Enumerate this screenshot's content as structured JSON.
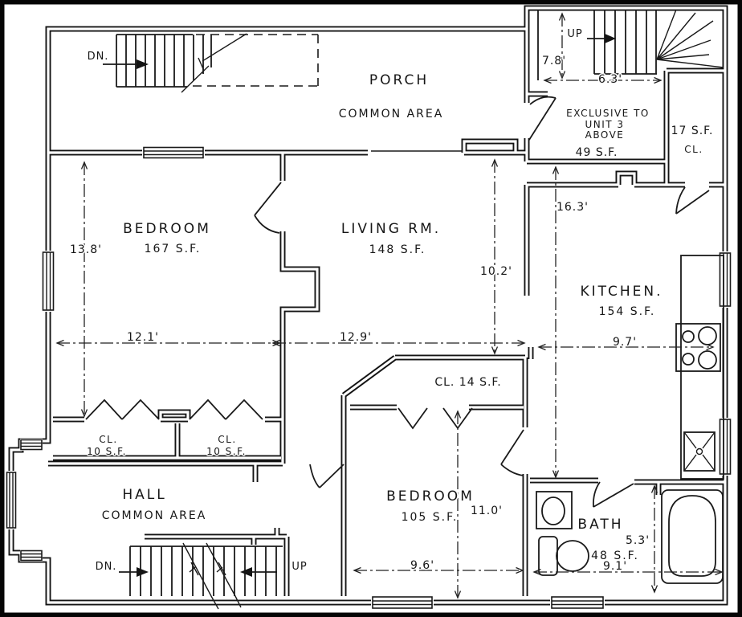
{
  "colors": {
    "ink": "#141414",
    "paper": "#ffffff"
  },
  "rooms": {
    "porch": {
      "name": "PORCH",
      "type": "COMMON AREA"
    },
    "bedroom1": {
      "name": "BEDROOM",
      "area": "167 S.F."
    },
    "living": {
      "name": "LIVING RM.",
      "area": "148 S.F."
    },
    "kitchen": {
      "name": "KITCHEN.",
      "area": "154 S.F."
    },
    "bedroom2": {
      "name": "BEDROOM",
      "area": "105 S.F."
    },
    "hall": {
      "name": "HALL",
      "type": "COMMON AREA"
    },
    "bath": {
      "name": "BATH",
      "area": "48 S.F."
    },
    "closet_left": {
      "name": "CL.",
      "area": "10 S.F."
    },
    "closet_right": {
      "name": "CL.",
      "area": "10 S.F."
    },
    "closet_bedroom2": {
      "name": "CL. 14 S.F."
    },
    "closet_kitchen": {
      "area": "17 S.F.",
      "name": "CL."
    },
    "vestibule": {
      "line1": "EXCLUSIVE TO",
      "line2": "UNIT 3",
      "line3": "ABOVE",
      "area": "49 S.F."
    }
  },
  "dimensions": {
    "bedroom1_height": "13.8'",
    "bedroom1_width": "12.1'",
    "living_width": "12.9'",
    "living_height": "10.2'",
    "kitchen_height": "16.3'",
    "kitchen_width": "9.7'",
    "bedroom2_height": "11.0'",
    "bedroom2_width": "9.6'",
    "bath_width": "9.1'",
    "bath_height": "5.3'",
    "stair_height": "7.8'",
    "stair_width": "6.3'"
  },
  "stairs": {
    "porch_down": "DN.",
    "hall_down": "DN.",
    "hall_up": "UP",
    "unit3_up": "UP"
  }
}
